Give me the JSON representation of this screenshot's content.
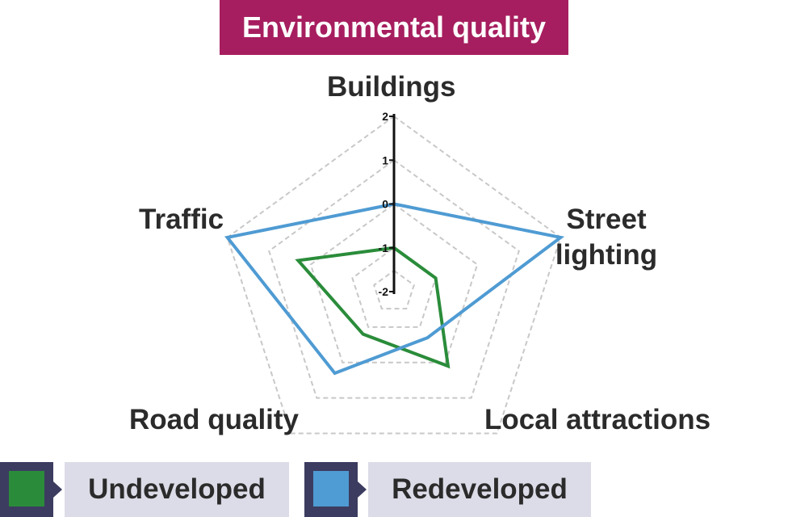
{
  "title": "Environmental quality",
  "chart_data": {
    "type": "radar",
    "axes": [
      "Buildings",
      "Street lighting",
      "Local attractions",
      "Road quality",
      "Traffic"
    ],
    "range": [
      -2,
      2
    ],
    "tick_labels": [
      "2",
      "1",
      "0",
      "-1",
      "-2"
    ],
    "grid": true,
    "series": [
      {
        "name": "Undeveloped",
        "color": "#2a8c3a",
        "values": [
          -1,
          -1,
          0.1,
          -0.8,
          0.3
        ]
      },
      {
        "name": "Redeveloped",
        "color": "#4f9bd3",
        "values": [
          0,
          2,
          -0.7,
          0.3,
          2
        ]
      }
    ]
  },
  "legend": [
    {
      "label": "Undeveloped",
      "color": "#2a8c3a"
    },
    {
      "label": "Redeveloped",
      "color": "#4f9bd3"
    }
  ]
}
